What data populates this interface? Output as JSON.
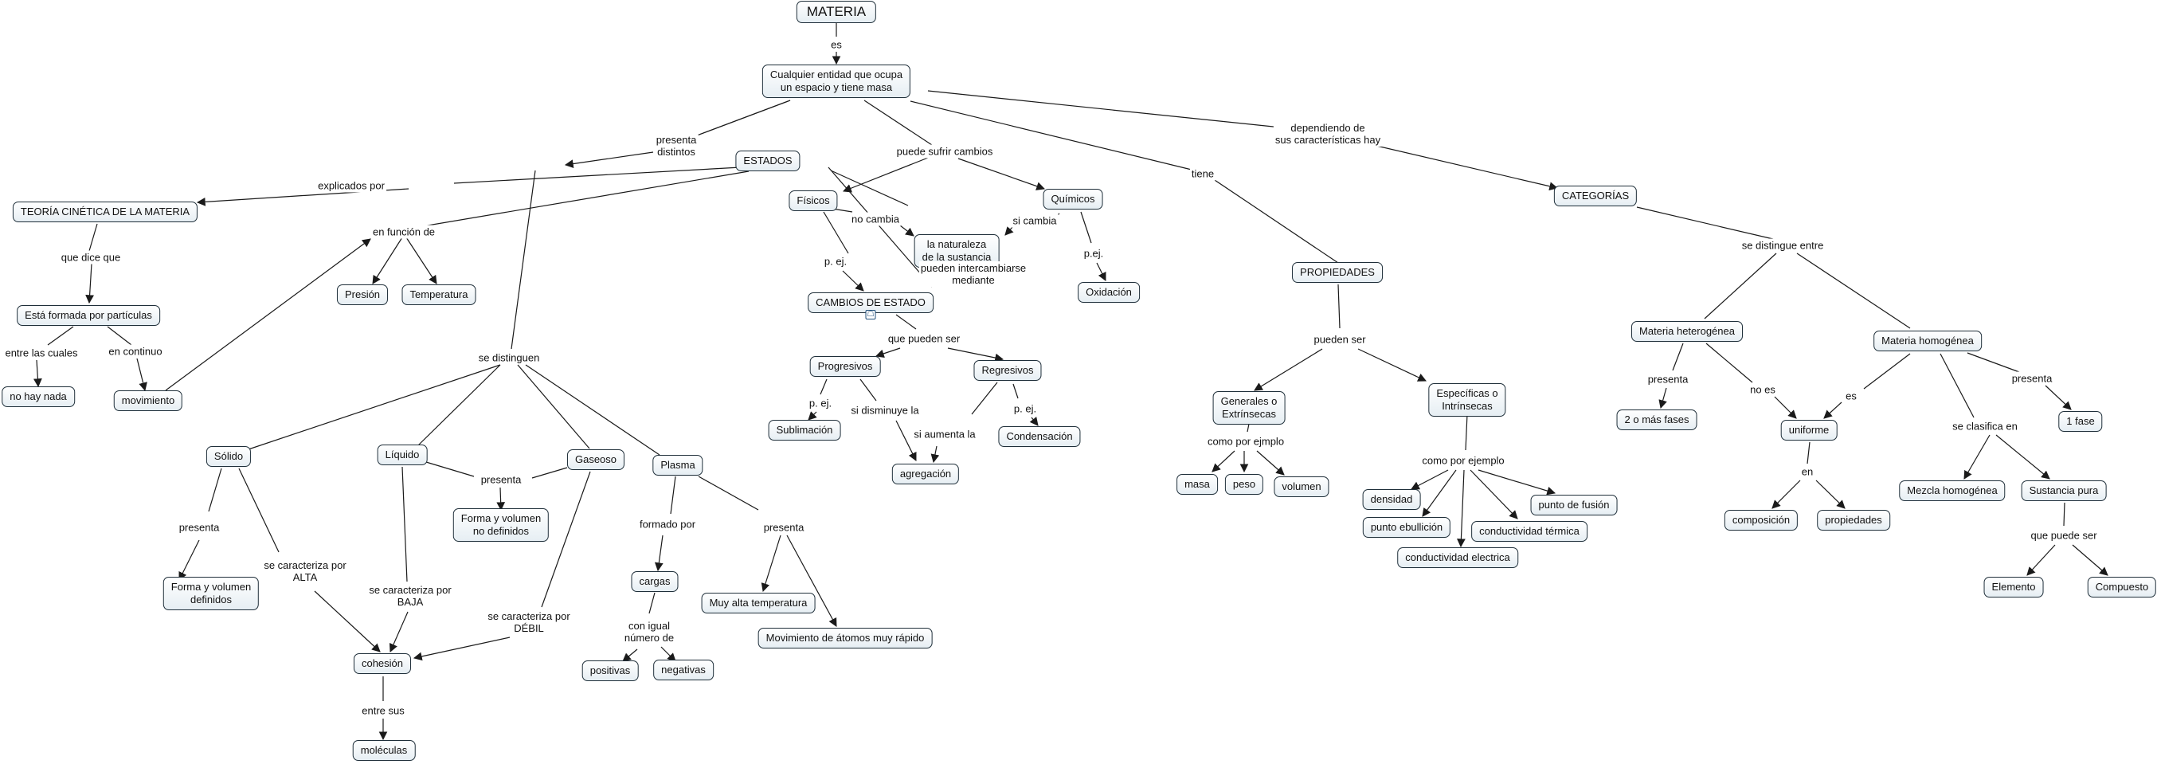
{
  "nodes": {
    "materia": "MATERIA",
    "cualquier_entidad": "Cualquier entidad que ocupa\nun espacio y tiene masa",
    "estados": "ESTADOS",
    "teoria_cinetica": "TEORÍA CINÉTICA DE LA MATERIA",
    "formada_particulas": "Está formada por partículas",
    "no_hay_nada": "no hay nada",
    "movimiento": "movimiento",
    "presion": "Presión",
    "temperatura": "Temperatura",
    "solido": "Sólido",
    "liquido": "Líquido",
    "gaseoso": "Gaseoso",
    "plasma": "Plasma",
    "forma_vol_def": "Forma y volumen\ndefinidos",
    "forma_vol_nodef": "Forma y volumen\nno definidos",
    "cohesion": "cohesión",
    "moleculas": "moléculas",
    "cargas": "cargas",
    "positivas": "positivas",
    "negativas": "negativas",
    "muy_alta_temp": "Muy alta temperatura",
    "mov_atomos": "Movimiento de átomos muy rápido",
    "fisicos": "Físicos",
    "quimicos": "Químicos",
    "naturaleza": "la naturaleza\nde la sustancia",
    "oxidacion": "Oxidación",
    "cambios_estado": "CAMBIOS DE ESTADO",
    "progresivos": "Progresivos",
    "regresivos": "Regresivos",
    "sublimacion": "Sublimación",
    "condensacion": "Condensación",
    "agregacion": "agregación",
    "propiedades": "PROPIEDADES",
    "generales": "Generales o\nExtrínsecas",
    "especificas": "Específicas o\nIntrínsecas",
    "masa": "masa",
    "peso": "peso",
    "volumen": "volumen",
    "densidad": "densidad",
    "punto_ebullicion": "punto ebullición",
    "punto_fusion": "punto de fusión",
    "conductividad_termica": "conductividad térmica",
    "conductividad_electrica": "conductividad electrica",
    "categorias": "CATEGORÍAS",
    "heterogenea": "Materia heterogénea",
    "homogenea": "Materia homogénea",
    "dos_fases": "2 o más fases",
    "uniforme": "uniforme",
    "una_fase": "1 fase",
    "composicion": "composición",
    "propiedades_min": "propiedades",
    "mezcla_homogenea": "Mezcla homogénea",
    "sustancia_pura": "Sustancia pura",
    "elemento": "Elemento",
    "compuesto": "Compuesto"
  },
  "links": {
    "es": "es",
    "presenta_distintos": "presenta\ndistintos",
    "puede_sufrir": "puede sufrir cambios",
    "tiene": "tiene",
    "dependiendo": "dependiendo de\nsus características hay",
    "explicados_por": "explicados por",
    "que_dice_que": "que dice que",
    "entre_las_cuales": "entre las cuales",
    "en_continuo": "en continuo",
    "en_funcion_de": "en función de",
    "se_distinguen": "se distinguen",
    "pueden_intercambiarse": "pueden intercambiarse\nmediante",
    "presenta_solido": "presenta",
    "caracteriza_alta": "se caracteriza por\nALTA",
    "caracteriza_baja": "se caracteriza por\nBAJA",
    "caracteriza_debil": "se caracteriza por\nDÉBIL",
    "presenta_liq": "presenta",
    "entre_sus": "entre sus",
    "formado_por": "formado por",
    "presenta_plasma": "presenta",
    "con_igual": "con igual\nnúmero de",
    "no_cambia": "no cambia",
    "si_cambia": "si cambia",
    "p_ej_fis": "p. ej.",
    "p_ej_quim": "p.ej.",
    "que_pueden_ser": "que pueden ser",
    "p_ej_prog": "p. ej.",
    "si_disminuye": "si disminuye la",
    "si_aumenta": "si aumenta la",
    "p_ej_reg": "p. ej.",
    "pueden_ser": "pueden ser",
    "como_por_ejmplo": "como por ejmplo",
    "como_por_ejemplo": "como por ejemplo",
    "se_distingue_entre": "se distingue entre",
    "presenta_het": "presenta",
    "no_es": "no es",
    "es_hom": "es",
    "presenta_hom": "presenta",
    "se_clasifica_en": "se clasifica en",
    "en": "en",
    "que_puede_ser": "que puede ser"
  },
  "subnode_icon": "diagram-icon",
  "colors": {
    "line": "#1a1a1a",
    "node_border": "#1f2f3a",
    "node_fill_top": "#ffffff",
    "node_fill_bottom": "#e6eef3"
  }
}
